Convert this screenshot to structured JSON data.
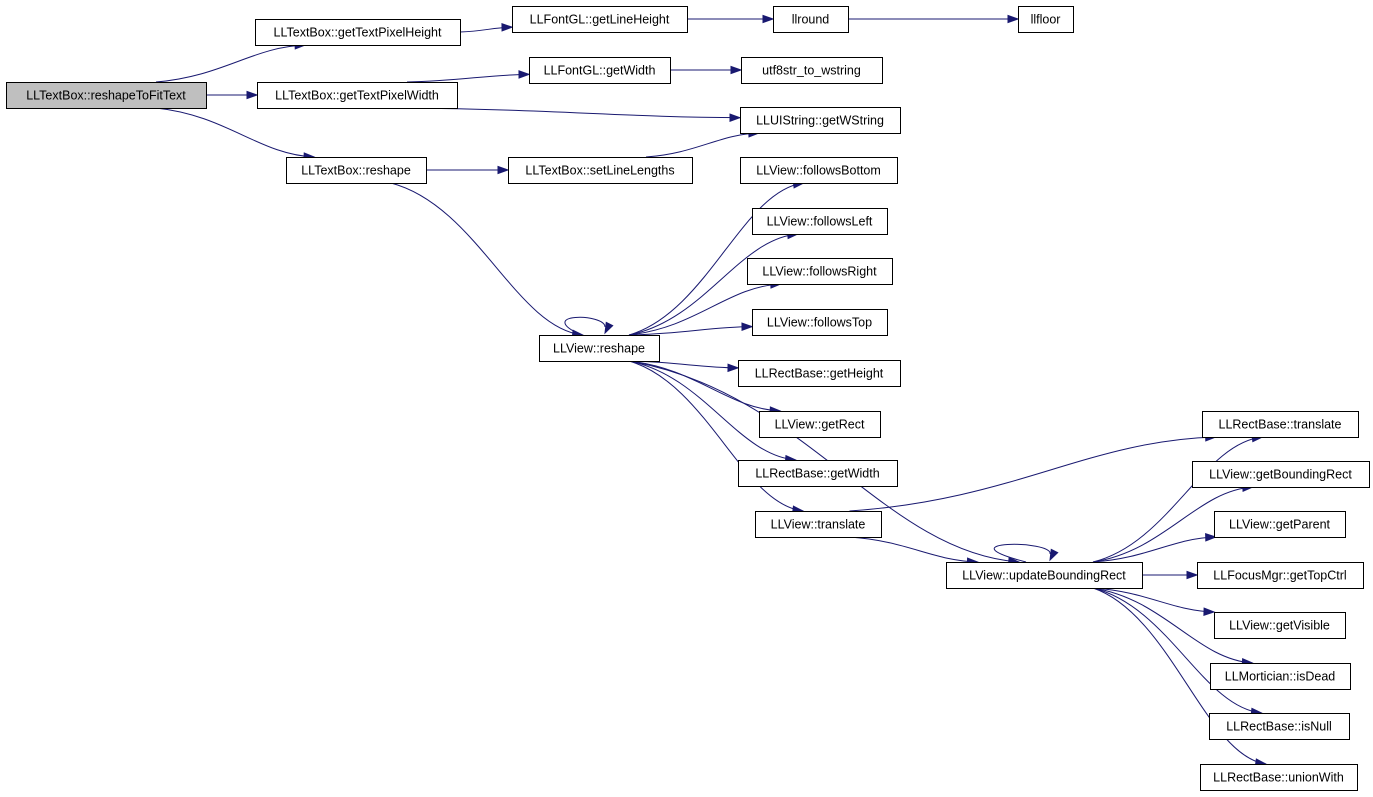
{
  "graph": {
    "edge_color": "#191970",
    "root_fill": "#bfbfbf",
    "nodes": {
      "reshapeToFitText": "LLTextBox::reshapeToFitText",
      "getTextPixelHeight": "LLTextBox::getTextPixelHeight",
      "getTextPixelWidth": "LLTextBox::getTextPixelWidth",
      "tbReshape": "LLTextBox::reshape",
      "getLineHeight": "LLFontGL::getLineHeight",
      "llround": "llround",
      "llfloor": "llfloor",
      "fontGetWidth": "LLFontGL::getWidth",
      "utf8str": "utf8str_to_wstring",
      "getWString": "LLUIString::getWString",
      "setLineLengths": "LLTextBox::setLineLengths",
      "followsBottom": "LLView::followsBottom",
      "followsLeft": "LLView::followsLeft",
      "followsRight": "LLView::followsRight",
      "followsTop": "LLView::followsTop",
      "viewReshape": "LLView::reshape",
      "rectGetHeight": "LLRectBase::getHeight",
      "getRect": "LLView::getRect",
      "rectGetWidth": "LLRectBase::getWidth",
      "viewTranslate": "LLView::translate",
      "rectTranslate": "LLRectBase::translate",
      "getBoundingRect": "LLView::getBoundingRect",
      "getParent": "LLView::getParent",
      "updateBoundingRect": "LLView::updateBoundingRect",
      "getTopCtrl": "LLFocusMgr::getTopCtrl",
      "getVisible": "LLView::getVisible",
      "isDead": "LLMortician::isDead",
      "isNull": "LLRectBase::isNull",
      "unionWith": "LLRectBase::unionWith"
    },
    "edges": [
      [
        "reshapeToFitText",
        "getTextPixelHeight"
      ],
      [
        "reshapeToFitText",
        "getTextPixelWidth"
      ],
      [
        "reshapeToFitText",
        "tbReshape"
      ],
      [
        "getTextPixelHeight",
        "getLineHeight"
      ],
      [
        "getLineHeight",
        "llround"
      ],
      [
        "llround",
        "llfloor"
      ],
      [
        "getTextPixelWidth",
        "fontGetWidth"
      ],
      [
        "fontGetWidth",
        "utf8str"
      ],
      [
        "getTextPixelWidth",
        "getWString"
      ],
      [
        "tbReshape",
        "setLineLengths"
      ],
      [
        "setLineLengths",
        "getWString"
      ],
      [
        "tbReshape",
        "viewReshape"
      ],
      [
        "viewReshape",
        "viewReshape"
      ],
      [
        "viewReshape",
        "followsBottom"
      ],
      [
        "viewReshape",
        "followsLeft"
      ],
      [
        "viewReshape",
        "followsRight"
      ],
      [
        "viewReshape",
        "followsTop"
      ],
      [
        "viewReshape",
        "rectGetHeight"
      ],
      [
        "viewReshape",
        "getRect"
      ],
      [
        "viewReshape",
        "rectGetWidth"
      ],
      [
        "viewReshape",
        "viewTranslate"
      ],
      [
        "viewReshape",
        "updateBoundingRect"
      ],
      [
        "viewTranslate",
        "rectTranslate"
      ],
      [
        "viewTranslate",
        "updateBoundingRect"
      ],
      [
        "updateBoundingRect",
        "updateBoundingRect"
      ],
      [
        "updateBoundingRect",
        "rectTranslate"
      ],
      [
        "updateBoundingRect",
        "getBoundingRect"
      ],
      [
        "updateBoundingRect",
        "getParent"
      ],
      [
        "updateBoundingRect",
        "getTopCtrl"
      ],
      [
        "updateBoundingRect",
        "getVisible"
      ],
      [
        "updateBoundingRect",
        "isDead"
      ],
      [
        "updateBoundingRect",
        "isNull"
      ],
      [
        "updateBoundingRect",
        "unionWith"
      ]
    ]
  }
}
